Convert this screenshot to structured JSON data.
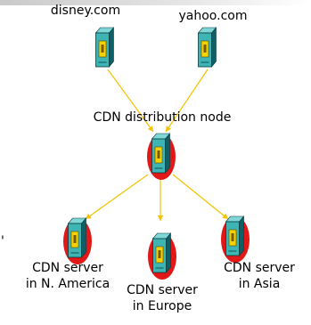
{
  "origins": [
    {
      "id": "disney",
      "label": "disney.com"
    },
    {
      "id": "yahoo",
      "label": "yahoo.com"
    }
  ],
  "distribution_node": {
    "label": "CDN distribution node"
  },
  "servers": [
    {
      "id": "north-america",
      "line1": "CDN server",
      "line2": "in N. America"
    },
    {
      "id": "europe",
      "line1": "CDN server",
      "line2": "in Europe"
    },
    {
      "id": "asia",
      "line1": "CDN server",
      "line2": "in Asia"
    }
  ],
  "stray_mark": "'",
  "colors": {
    "arrow": "#f2c200",
    "server_body": "#3fb4b4",
    "server_dark": "#0f5f66",
    "server_window": "#f5d300",
    "server_window_bar": "#7a5a00",
    "highlight": "#e01818"
  }
}
